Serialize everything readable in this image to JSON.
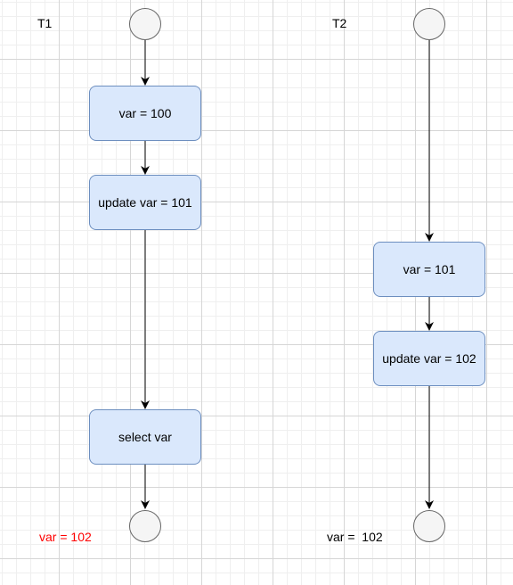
{
  "colors": {
    "box_fill": "#dae8fc",
    "box_stroke": "#6c8ebf",
    "circle_fill": "#f5f5f5",
    "circle_stroke": "#666666",
    "t1_result": "#ff0000",
    "t2_result": "#000000"
  },
  "t1": {
    "label": "T1",
    "box1": "var = 100",
    "box2": "update var = 101",
    "box3": "select var",
    "result": "var = 102"
  },
  "t2": {
    "label": "T2",
    "box1": "var = 101",
    "box2": "update var = 102",
    "result": "var =  102"
  }
}
